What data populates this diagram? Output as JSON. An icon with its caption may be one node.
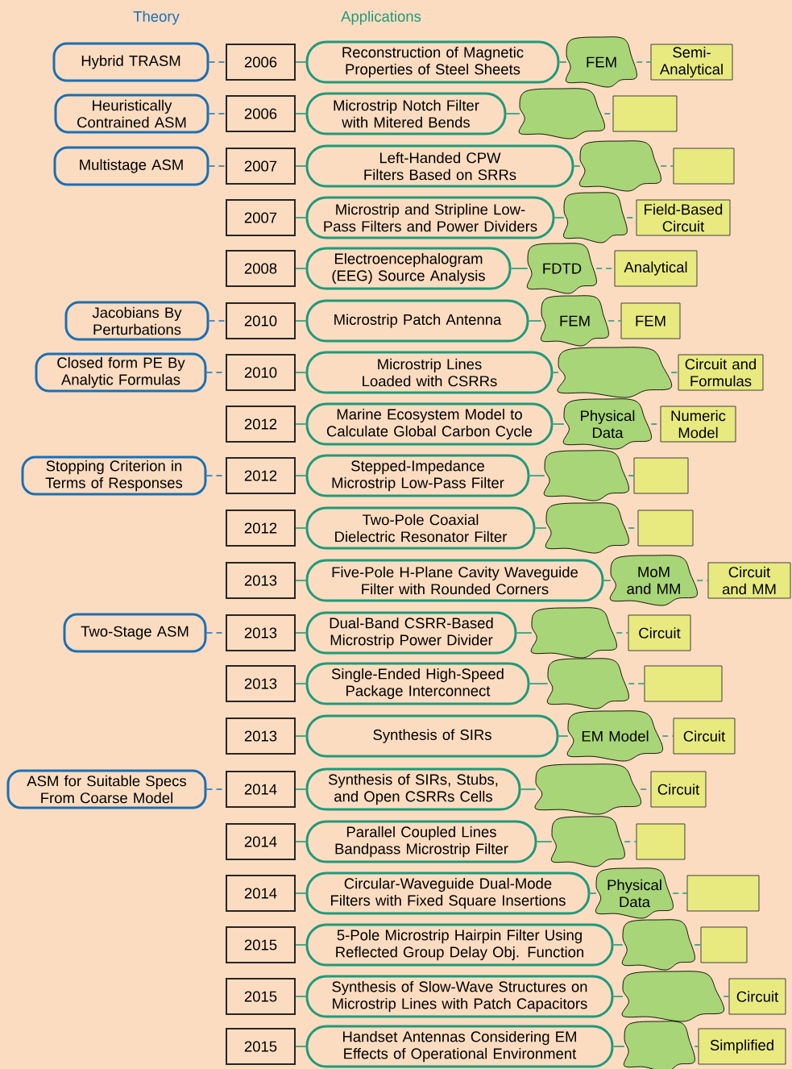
{
  "diagram": {
    "nodes": [
      {
        "text": [
          "Hybrid TRASM"
        ]
      },
      {
        "text": [
          "2006"
        ]
      },
      {
        "text": [
          "Reconstruction of Magnetic Properties of Steel Sheets"
        ]
      },
      {
        "text": [
          "FEM"
        ]
      },
      {
        "text": [
          "Semi- Analytical"
        ]
      },
      {
        "text": [
          "Heuristically Contrained ASM"
        ]
      },
      {
        "text": [
          "2006"
        ]
      },
      {
        "text": [
          "Microstrip Notch Filter with Mitered Bends"
        ]
      },
      {
        "text": [],
        "shape": "cloud"
      },
      {
        "text": [],
        "shape": "box"
      },
      {
        "text": [
          "Multistage ASM"
        ]
      },
      {
        "text": [
          "2007"
        ]
      },
      {
        "text": [
          "Left-Handed CPW Filters Based on SRRs"
        ]
      },
      {
        "text": [],
        "shape": "cloud"
      },
      {
        "text": [],
        "shape": "box"
      },
      {
        "text": [
          "2007"
        ]
      },
      {
        "text": [
          "Microstrip and Stripline Low-Pass Filters and Power Dividers"
        ]
      },
      {
        "text": [],
        "shape": "cloud"
      },
      {
        "text": [
          "Field-Based Circuit"
        ]
      },
      {
        "text": [
          "2008"
        ]
      },
      {
        "text": [
          "Electroencephalogram (EEG) Source Analysis"
        ]
      },
      {
        "text": [
          "FDTD"
        ]
      },
      {
        "text": [
          "Analytical"
        ]
      },
      {
        "text": [
          "Jacobians By Perturbations"
        ]
      },
      {
        "text": [
          "2010"
        ]
      },
      {
        "text": [
          "Microstrip Patch Antenna"
        ]
      },
      {
        "text": [
          "FEM"
        ]
      },
      {
        "text": [
          "FEM"
        ]
      },
      {
        "text": [
          "Closed form PE By Analytic Formulas"
        ]
      },
      {
        "text": [
          "2010"
        ]
      },
      {
        "text": [
          "Microstrip Lines Loaded with CSRRs"
        ]
      },
      {
        "text": [],
        "shape": "cloud"
      },
      {
        "text": [
          "Circuit and Formulas"
        ]
      },
      {
        "text": [
          "2012"
        ]
      },
      {
        "text": [
          "Marine Ecosystem Model to Calculate Global Carbon Cycle"
        ]
      },
      {
        "text": [
          "Physical Data"
        ]
      },
      {
        "text": [
          "Numeric Model"
        ]
      },
      {
        "text": [
          "Stopping Criterion in Terms of Responses"
        ]
      },
      {
        "text": [
          "2012"
        ]
      },
      {
        "text": [
          "Stepped-Impedance Microstrip Low-Pass Filter"
        ]
      },
      {
        "text": [],
        "shape": "cloud"
      },
      {
        "text": [],
        "shape": "box"
      },
      {
        "text": [
          "2012"
        ]
      },
      {
        "text": [
          "Two-Pole Coaxial Dielectric Resonator Filter"
        ]
      },
      {
        "text": [],
        "shape": "cloud"
      },
      {
        "text": [],
        "shape": "box"
      },
      {
        "text": [
          "2013"
        ]
      },
      {
        "text": [
          "Five-Pole H-Plane Cavity Waveguide Filter with Rounded Corners"
        ]
      },
      {
        "text": [
          "MoM and MM"
        ]
      },
      {
        "text": [
          "Circuit and MM"
        ]
      },
      {
        "text": [
          "Two-Stage ASM"
        ]
      },
      {
        "text": [
          "2013"
        ]
      },
      {
        "text": [
          "Dual-Band CSRR-Based Microstrip Power Divider"
        ]
      },
      {
        "text": [],
        "shape": "cloud"
      },
      {
        "text": [
          "Circuit"
        ]
      },
      {
        "text": [
          "2013"
        ]
      },
      {
        "text": [
          "Single-Ended High-Speed Package Interconnect"
        ]
      },
      {
        "text": [],
        "shape": "cloud"
      },
      {
        "text": [],
        "shape": "box"
      },
      {
        "text": [
          "2013"
        ]
      },
      {
        "text": [
          "Synthesis of SIRs"
        ]
      },
      {
        "text": [
          "EM Model"
        ]
      },
      {
        "text": [
          "Circuit"
        ]
      },
      {
        "text": [
          "ASM for Suitable Specs From Coarse Model"
        ]
      },
      {
        "text": [
          "2014"
        ]
      },
      {
        "text": [
          "Synthesis of SIRs, Stubs, and Open CSRRs Cells"
        ]
      },
      {
        "text": [],
        "shape": "cloud"
      },
      {
        "text": [
          "Circuit"
        ]
      },
      {
        "text": [
          "2014"
        ]
      },
      {
        "text": [
          "Parallel Coupled Lines Bandpass Microstrip Filter"
        ]
      },
      {
        "text": [],
        "shape": "cloud"
      },
      {
        "text": [],
        "shape": "box"
      },
      {
        "text": [
          "2014"
        ]
      },
      {
        "text": [
          "Circular-Waveguide Dual-Mode Filters with Fixed Square Insertions"
        ]
      },
      {
        "text": [
          "Physical Data"
        ]
      },
      {
        "text": [],
        "shape": "box"
      },
      {
        "text": [
          "2015"
        ]
      },
      {
        "text": [
          "5-Pole Microstrip Hairpin Filter Using Reflected Group Delay Obj. Function"
        ]
      },
      {
        "text": [],
        "shape": "cloud"
      },
      {
        "text": [],
        "shape": "box"
      },
      {
        "text": [
          "2015"
        ]
      },
      {
        "text": [
          "Synthesis of Slow-Wave Structures on Microstrip Lines with Patch Capacitors"
        ]
      },
      {
        "text": [],
        "shape": "cloud"
      },
      {
        "text": [
          "Circuit"
        ]
      },
      {
        "text": [
          "2015"
        ]
      },
      {
        "text": [
          "Handset Antennas Considering EM Effects of Operational Environment"
        ]
      },
      {
        "text": [],
        "shape": "cloud"
      },
      {
        "text": [
          "Simplified"
        ]
      }
    ],
    "edges": [
      {
        "from": 0,
        "to": 1,
        "arrow": "none",
        "style": "dashed",
        "color": "#1a6fb5"
      },
      {
        "from": 1,
        "to": 2,
        "arrow": "none"
      },
      {
        "from": 2,
        "to": 3,
        "arrow": "none"
      },
      {
        "from": 3,
        "to": 4,
        "arrow": "none",
        "style": "dashed"
      },
      {
        "from": 5,
        "to": 6,
        "arrow": "none",
        "style": "dashed",
        "color": "#1a6fb5"
      },
      {
        "from": 6,
        "to": 7,
        "arrow": "none"
      },
      {
        "from": 7,
        "to": 8,
        "arrow": "none"
      },
      {
        "from": 8,
        "to": 9,
        "arrow": "none",
        "style": "dashed"
      },
      {
        "from": 10,
        "to": 11,
        "arrow": "none",
        "style": "dashed",
        "color": "#1a6fb5"
      },
      {
        "from": 11,
        "to": 12,
        "arrow": "none"
      },
      {
        "from": 12,
        "to": 13,
        "arrow": "none"
      },
      {
        "from": 13,
        "to": 14,
        "arrow": "none",
        "style": "dashed"
      },
      {
        "from": 15,
        "to": 16,
        "arrow": "none"
      },
      {
        "from": 16,
        "to": 17,
        "arrow": "none"
      },
      {
        "from": 17,
        "to": 18,
        "arrow": "none",
        "style": "dashed"
      },
      {
        "from": 19,
        "to": 20,
        "arrow": "none"
      },
      {
        "from": 20,
        "to": 21,
        "arrow": "none"
      },
      {
        "from": 21,
        "to": 22,
        "arrow": "none",
        "style": "dashed"
      },
      {
        "from": 23,
        "to": 24,
        "arrow": "none",
        "style": "dashed",
        "color": "#1a6fb5"
      },
      {
        "from": 24,
        "to": 25,
        "arrow": "none"
      },
      {
        "from": 25,
        "to": 26,
        "arrow": "none"
      },
      {
        "from": 26,
        "to": 27,
        "arrow": "none",
        "style": "dashed"
      },
      {
        "from": 28,
        "to": 29,
        "arrow": "none",
        "style": "dashed",
        "color": "#1a6fb5"
      },
      {
        "from": 29,
        "to": 30,
        "arrow": "none"
      },
      {
        "from": 30,
        "to": 31,
        "arrow": "none"
      },
      {
        "from": 31,
        "to": 32,
        "arrow": "none",
        "style": "dashed"
      },
      {
        "from": 33,
        "to": 34,
        "arrow": "none"
      },
      {
        "from": 34,
        "to": 35,
        "arrow": "none"
      },
      {
        "from": 35,
        "to": 36,
        "arrow": "none",
        "style": "dashed"
      },
      {
        "from": 37,
        "to": 38,
        "arrow": "none",
        "style": "dashed",
        "color": "#1a6fb5"
      },
      {
        "from": 38,
        "to": 39,
        "arrow": "none"
      },
      {
        "from": 39,
        "to": 40,
        "arrow": "none"
      },
      {
        "from": 40,
        "to": 41,
        "arrow": "none",
        "style": "dashed"
      },
      {
        "from": 42,
        "to": 43,
        "arrow": "none"
      },
      {
        "from": 43,
        "to": 44,
        "arrow": "none"
      },
      {
        "from": 44,
        "to": 45,
        "arrow": "none",
        "style": "dashed"
      },
      {
        "from": 46,
        "to": 47,
        "arrow": "none"
      },
      {
        "from": 47,
        "to": 48,
        "arrow": "none"
      },
      {
        "from": 48,
        "to": 49,
        "arrow": "none",
        "style": "dashed"
      },
      {
        "from": 50,
        "to": 51,
        "arrow": "none",
        "style": "dashed",
        "color": "#1a6fb5"
      },
      {
        "from": 51,
        "to": 52,
        "arrow": "none"
      },
      {
        "from": 52,
        "to": 53,
        "arrow": "none"
      },
      {
        "from": 53,
        "to": 54,
        "arrow": "none",
        "style": "dashed"
      },
      {
        "from": 55,
        "to": 56,
        "arrow": "none"
      },
      {
        "from": 56,
        "to": 57,
        "arrow": "none"
      },
      {
        "from": 57,
        "to": 58,
        "arrow": "none",
        "style": "dashed"
      },
      {
        "from": 59,
        "to": 60,
        "arrow": "none"
      },
      {
        "from": 60,
        "to": 61,
        "arrow": "none"
      },
      {
        "from": 61,
        "to": 62,
        "arrow": "none",
        "style": "dashed"
      },
      {
        "from": 63,
        "to": 64,
        "arrow": "none",
        "style": "dashed",
        "color": "#1a6fb5"
      },
      {
        "from": 64,
        "to": 65,
        "arrow": "none"
      },
      {
        "from": 65,
        "to": 66,
        "arrow": "none"
      },
      {
        "from": 66,
        "to": 67,
        "arrow": "none",
        "style": "dashed"
      },
      {
        "from": 68,
        "to": 69,
        "arrow": "none"
      },
      {
        "from": 69,
        "to": 70,
        "arrow": "none"
      },
      {
        "from": 70,
        "to": 71,
        "arrow": "none",
        "style": "dashed"
      },
      {
        "from": 72,
        "to": 73,
        "arrow": "none"
      },
      {
        "from": 73,
        "to": 74,
        "arrow": "none"
      },
      {
        "from": 74,
        "to": 75,
        "arrow": "none",
        "style": "dashed"
      },
      {
        "from": 76,
        "to": 77,
        "arrow": "none"
      },
      {
        "from": 77,
        "to": 78,
        "arrow": "none"
      },
      {
        "from": 78,
        "to": 79,
        "arrow": "none",
        "style": "dashed"
      },
      {
        "from": 80,
        "to": 81,
        "arrow": "none"
      },
      {
        "from": 81,
        "to": 82,
        "arrow": "none"
      },
      {
        "from": 82,
        "to": 83,
        "arrow": "none",
        "style": "dashed"
      },
      {
        "from": 84,
        "to": 85,
        "arrow": "none"
      },
      {
        "from": 85,
        "to": 86,
        "arrow": "none"
      },
      {
        "from": 86,
        "to": 87,
        "arrow": "none",
        "style": "dashed"
      }
    ],
    "labels": [
      "Theory",
      "Applications"
    ]
  }
}
